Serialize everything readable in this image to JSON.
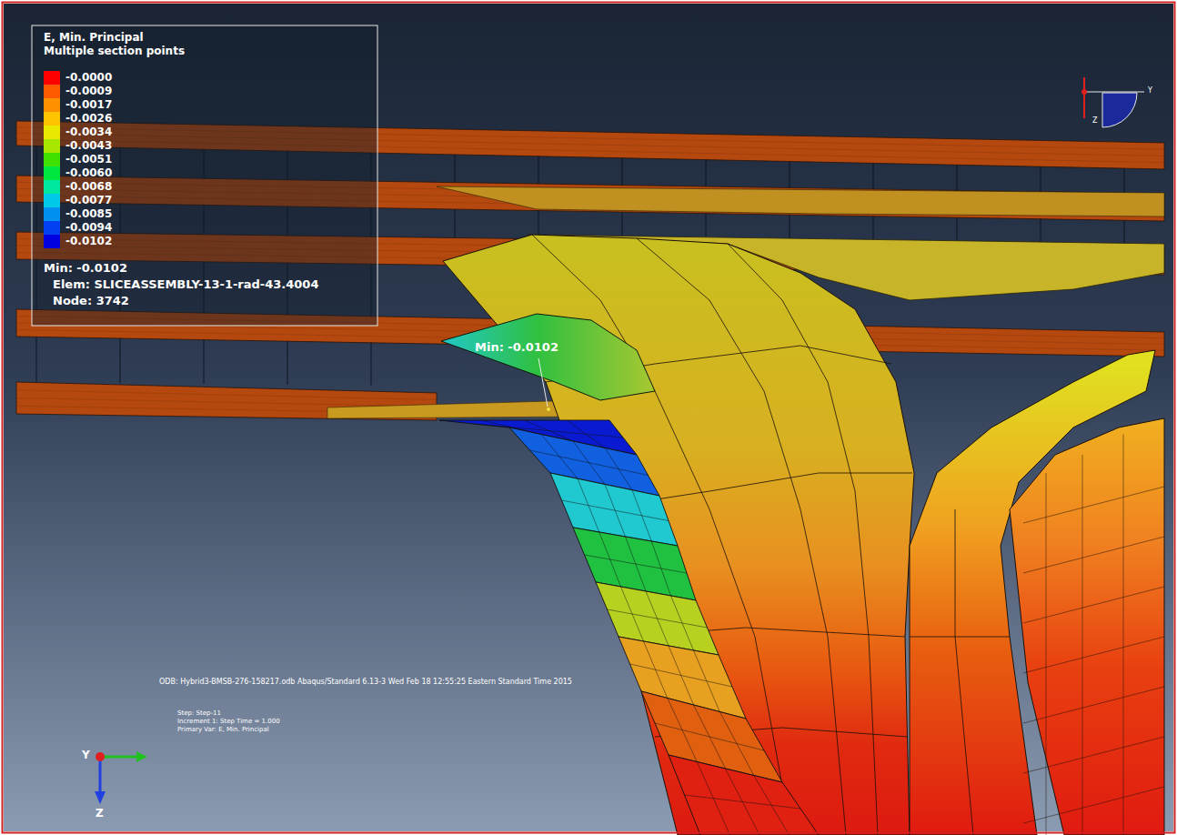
{
  "diagram": {
    "labels": [
      "E, Min. Principal",
      "Multiple section points",
      "Min: -0.0102",
      "Elem: SLICEASSEMBLY-13-1-rad-43.4004",
      "Node: 3742",
      "Min: -0.0102",
      "ODB: Hybrid3-BMSB-276-158217.odb    Abaqus/Standard 6.13-3    Wed Feb 18 12:55:25 Eastern Standard Time 2015",
      "Step: Step-11",
      "Increment    1: Step Time =    1.000",
      "Primary Var: E, Min. Principal",
      "Y",
      "Z",
      "Y",
      "Z"
    ],
    "legend": [
      {
        "text": "-0.0000",
        "color": "#ff0000"
      },
      {
        "text": "-0.0009",
        "color": "#ff5a00"
      },
      {
        "text": "-0.0017",
        "color": "#ff9000"
      },
      {
        "text": "-0.0026",
        "color": "#ffc400"
      },
      {
        "text": "-0.0034",
        "color": "#e8e800"
      },
      {
        "text": "-0.0043",
        "color": "#a8e800"
      },
      {
        "text": "-0.0051",
        "color": "#40e000"
      },
      {
        "text": "-0.0060",
        "color": "#00e840"
      },
      {
        "text": "-0.0068",
        "color": "#00e8a0"
      },
      {
        "text": "-0.0077",
        "color": "#00c8e8"
      },
      {
        "text": "-0.0085",
        "color": "#0090f0"
      },
      {
        "text": "-0.0094",
        "color": "#0040f0"
      },
      {
        "text": "-0.0102",
        "color": "#0000e0"
      }
    ]
  }
}
